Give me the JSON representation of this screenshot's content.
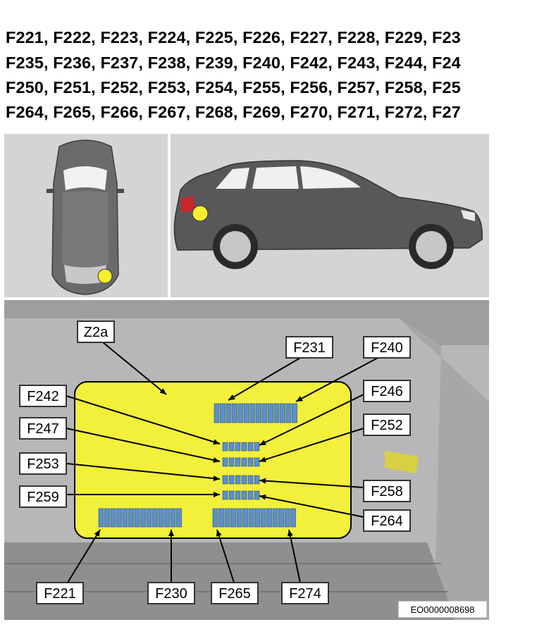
{
  "header_lines": [
    "F221, F222, F223, F224, F225, F226, F227, F228, F229, F23",
    "F235, F236, F237, F238, F239, F240, F242, F243, F244, F24",
    "F250, F251, F252, F253, F254, F255, F256, F257, F258, F25",
    "F264, F265, F266, F267, F268, F269, F270, F271, F272, F27"
  ],
  "callouts": {
    "z2a": "Z2a",
    "f231": "F231",
    "f240": "F240",
    "f242": "F242",
    "f246": "F246",
    "f247": "F247",
    "f252": "F252",
    "f253": "F253",
    "f258": "F258",
    "f259": "F259",
    "f264": "F264",
    "f221": "F221",
    "f230": "F230",
    "f265": "F265",
    "f274": "F274"
  },
  "image_code": "EO0000008698",
  "colors": {
    "fuse_box": "#f2f03a",
    "fuse": "#5b8fd0",
    "location_marker": "#f6ee2e",
    "car_body": "#5a5a5c",
    "panel_bg": "#d3d3d3"
  }
}
